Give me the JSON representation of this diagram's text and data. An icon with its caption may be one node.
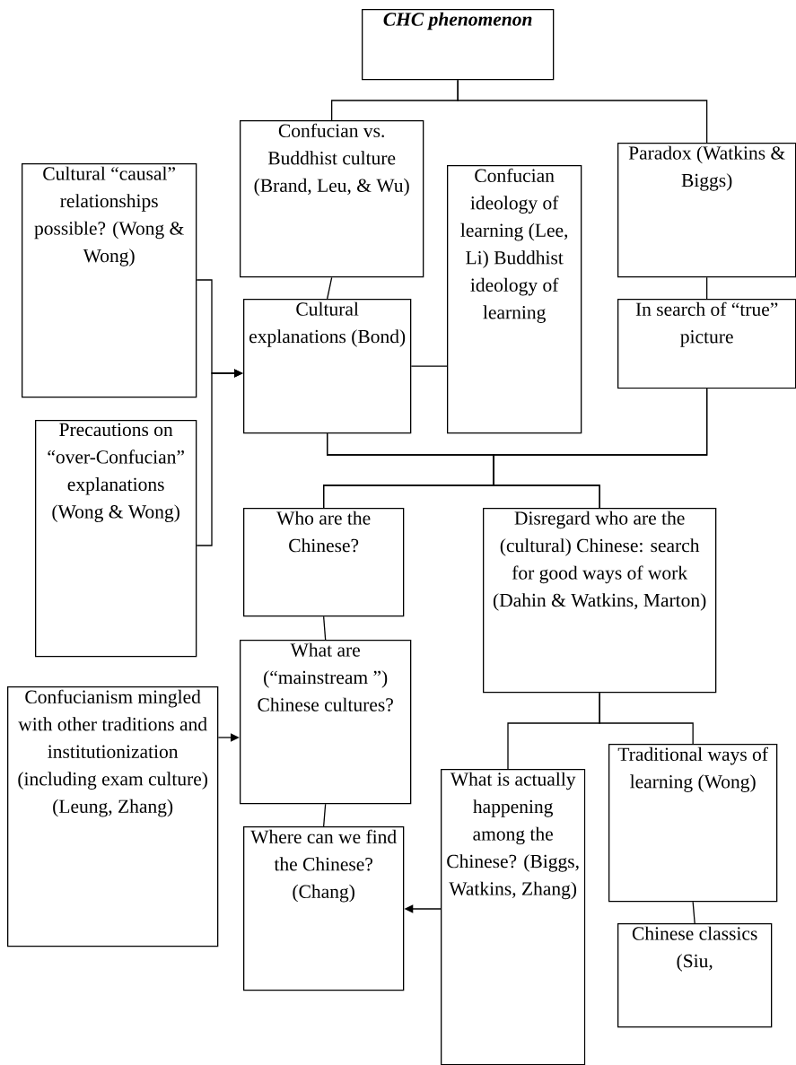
{
  "diagram": {
    "nodes": [
      {
        "text": [
          "CHC phenomenon"
        ]
      },
      {
        "text": [
          "Confucian vs. Buddhist culture (Brand, Leu, & Wu)"
        ]
      },
      {
        "text": [
          "Paradox (Watkins & Biggs)"
        ]
      },
      {
        "text": [
          "Cultural “causal” relationships possible? (Wong & Wong)"
        ]
      },
      {
        "text": [
          "Confucian ideology of learning (Lee, Li) Buddhist ideology of learning"
        ]
      },
      {
        "text": [
          "Cultural explanations (Bond)"
        ]
      },
      {
        "text": [
          "In search of “true” picture"
        ]
      },
      {
        "text": [
          "Precautions on “over-Confucian” explanations (Wong & Wong)"
        ]
      },
      {
        "text": [
          "Who are the Chinese?"
        ]
      },
      {
        "text": [
          "Disregard who are the (cultural) Chinese: search for good ways of work (Dahin & Watkins, Marton)"
        ]
      },
      {
        "text": [
          "What are (“mainstream ”) Chinese cultures?"
        ]
      },
      {
        "text": [
          "Confucianism mingled with other traditions and institutionization (including exam culture) (Leung, Zhang)"
        ]
      },
      {
        "text": [
          "What is actually happening among the Chinese? (Biggs, Watkins, Zhang)"
        ]
      },
      {
        "text": [
          "Traditional ways of learning (Wong)"
        ]
      },
      {
        "text": [
          "Where can we find the Chinese? (Chang)"
        ]
      },
      {
        "text": [
          "Chinese classics (Siu,"
        ]
      }
    ],
    "edges": [
      {
        "from": 0,
        "to": 1,
        "arrow": "none"
      },
      {
        "from": 0,
        "to": 2,
        "arrow": "none"
      },
      {
        "from": 1,
        "to": 5,
        "arrow": "none"
      },
      {
        "from": 5,
        "to": 4,
        "arrow": "none"
      },
      {
        "from": 2,
        "to": 6,
        "arrow": "none"
      },
      {
        "from": 3,
        "to": 5,
        "arrow": "to"
      },
      {
        "from": 7,
        "to": 5,
        "arrow": "to"
      },
      {
        "from": 5,
        "to": 8,
        "arrow": "none"
      },
      {
        "from": 5,
        "to": 9,
        "arrow": "none"
      },
      {
        "from": 6,
        "to": 8,
        "arrow": "none"
      },
      {
        "from": 6,
        "to": 9,
        "arrow": "none"
      },
      {
        "from": 8,
        "to": 10,
        "arrow": "none"
      },
      {
        "from": 10,
        "to": 14,
        "arrow": "none"
      },
      {
        "from": 11,
        "to": 10,
        "arrow": "to"
      },
      {
        "from": 9,
        "to": 12,
        "arrow": "none"
      },
      {
        "from": 9,
        "to": 13,
        "arrow": "none"
      },
      {
        "from": 13,
        "to": 15,
        "arrow": "none"
      },
      {
        "from": 12,
        "to": 14,
        "arrow": "to"
      }
    ]
  }
}
